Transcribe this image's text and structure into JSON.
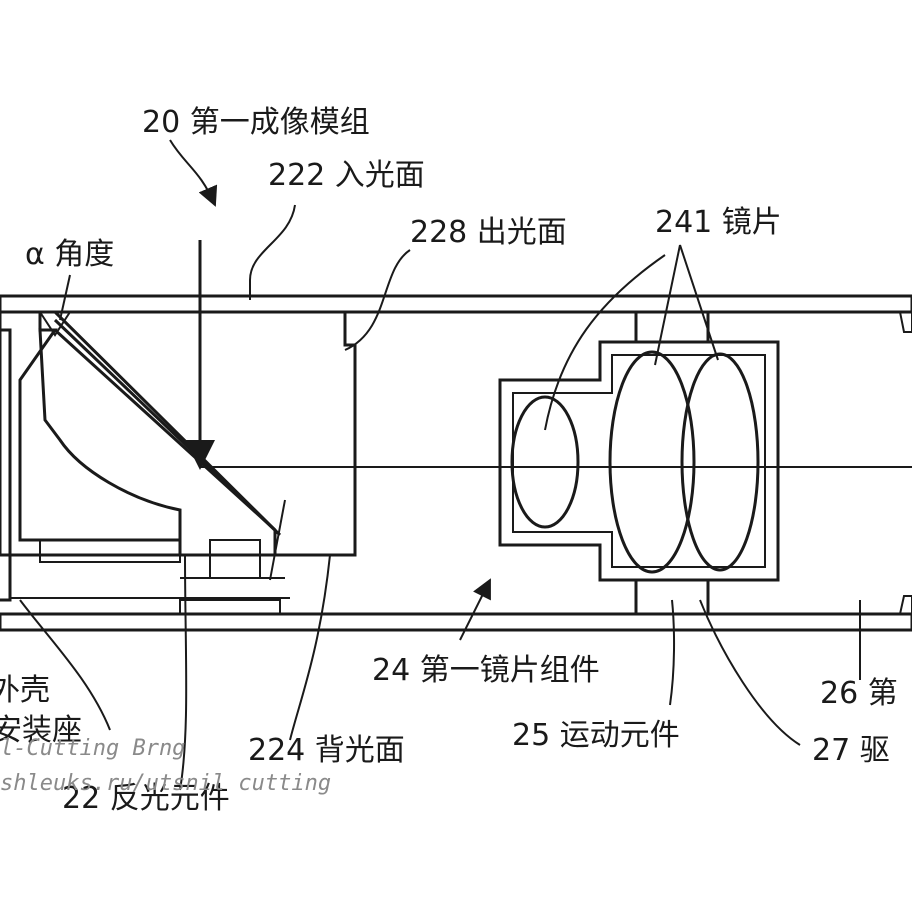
{
  "title": "第一成像模组 剖视示意图",
  "labels": {
    "module_20": "20 第一成像模组",
    "face_222": "222 入光面",
    "face_228": "228 出光面",
    "lens_241": "241 镜片",
    "angle_alpha": "α 角度",
    "group_24": "24 第一镜片组件",
    "motion_25": "25 运动元件",
    "label_26": "26 第",
    "drive_27": "27 驱",
    "face_224": "224 背光面",
    "reflector_22": "22 反光元件",
    "shell": "外壳",
    "mount": "安装座"
  },
  "watermark": {
    "line1": "l-Cutting Brng",
    "line2": "shleuks.ru/utsnil cutting"
  },
  "colors": {
    "stroke": "#1a1a1a",
    "background": "#ffffff",
    "watermark": "#8a8a8a"
  }
}
